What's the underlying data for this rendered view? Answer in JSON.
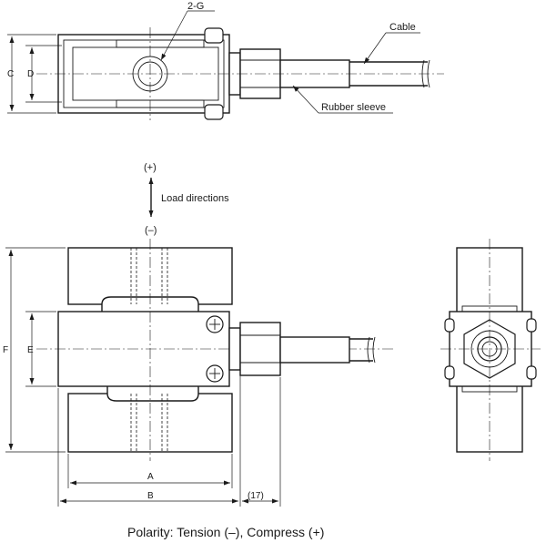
{
  "labels": {
    "hole": "2-G",
    "cable": "Cable",
    "sleeve": "Rubber sleeve",
    "load_title": "Load directions",
    "plus": "(+)",
    "minus": "(–)",
    "polarity": "Polarity: Tension (–), Compress (+)"
  },
  "dimensions": {
    "a": "A",
    "b": "B",
    "c": "C",
    "d": "D",
    "e": "E",
    "f": "F",
    "offset": "(17)"
  }
}
